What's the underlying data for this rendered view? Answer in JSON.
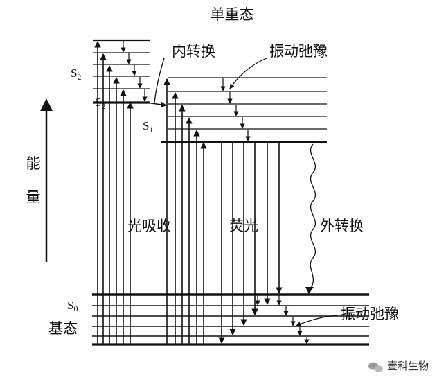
{
  "title": "单重态",
  "axis_label_top": "能",
  "axis_label_bottom": "量",
  "s2_label": {
    "base": "S",
    "sub": "2"
  },
  "s2_label_lower": {
    "base": "S",
    "sub": "2"
  },
  "s1_label": {
    "base": "S",
    "sub": "1"
  },
  "s0_label": {
    "base": "S",
    "sub": "0"
  },
  "ground_state_label": "基态",
  "internal_conversion_label": "内转换",
  "vibrational_relaxation_top_label": "振动弛豫",
  "light_absorption_label": "光吸收",
  "fluorescence_label": "荧光",
  "external_conversion_label": "外转换",
  "vibrational_relaxation_bottom_label": "振动弛豫",
  "watermark_text": "壹科生物"
}
